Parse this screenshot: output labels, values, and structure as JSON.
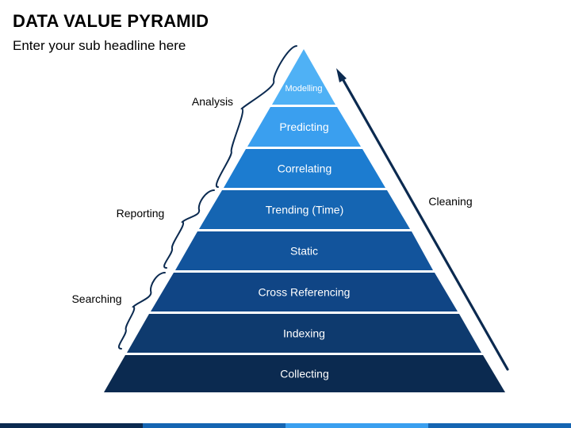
{
  "title": "DATA VALUE PYRAMID",
  "subtitle": "Enter your sub headline here",
  "levels": [
    {
      "label": "Modelling",
      "color": "#4FB1F5"
    },
    {
      "label": "Predicting",
      "color": "#3A9FEF"
    },
    {
      "label": "Correlating",
      "color": "#1C7CD0"
    },
    {
      "label": "Trending (Time)",
      "color": "#1565B2"
    },
    {
      "label": "Static",
      "color": "#12549C"
    },
    {
      "label": "Cross Referencing",
      "color": "#104585"
    },
    {
      "label": "Indexing",
      "color": "#0E3A6E"
    },
    {
      "label": "Collecting",
      "color": "#0B2A50"
    }
  ],
  "groups": [
    {
      "label": "Analysis"
    },
    {
      "label": "Reporting"
    },
    {
      "label": "Searching"
    }
  ],
  "side_label": "Cleaning",
  "colors": {
    "text_on_level": "#ffffff",
    "bracket": "#0B2A50",
    "arrow": "#0B2A50",
    "bar": [
      "#0B2A50",
      "#1565B2",
      "#3A9FEF",
      "#1565B2"
    ]
  }
}
